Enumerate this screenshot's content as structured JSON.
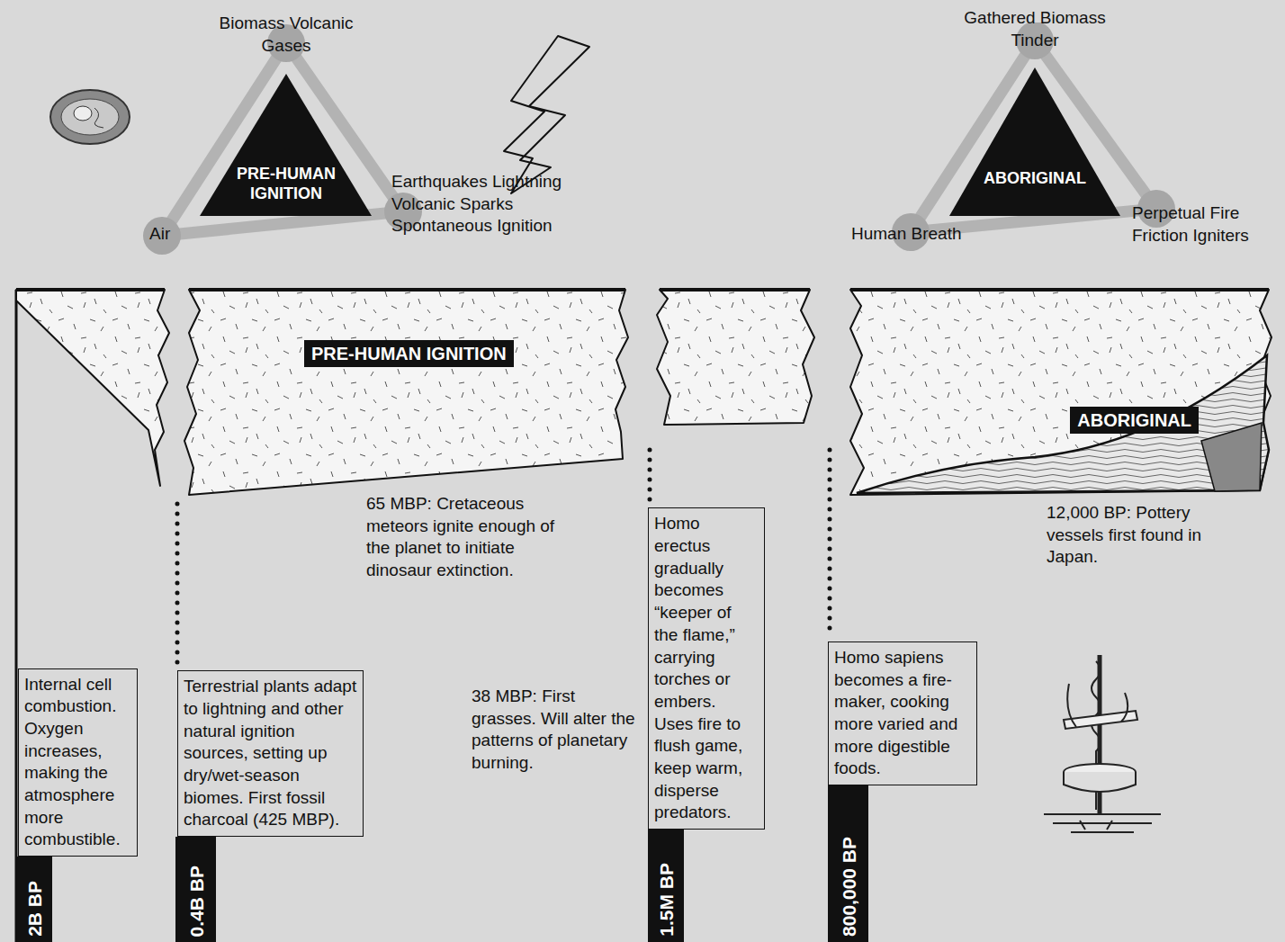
{
  "diagram": {
    "nodes": [
      {
        "text": [
          "PRE-HUMAN IGNITION"
        ]
      },
      {
        "text": [
          "ABORIGINAL"
        ]
      },
      {
        "text": [
          "PRE-HUMAN IGNITION"
        ]
      },
      {
        "text": [
          "ABORIGINAL"
        ]
      },
      {
        "text": [
          "Internal cell combustion. Oxygen increases, making the atmosphere more combustible."
        ]
      },
      {
        "text": [
          "2B BP"
        ]
      },
      {
        "text": [
          "Terrestrial plants adapt to lightning and other natural ignition sources, setting up dry/wet-season biomes. First fossil charcoal (425 MBP)."
        ]
      },
      {
        "text": [
          "0.4B BP"
        ]
      },
      {
        "text": [
          "Homo erectus gradually becomes “keeper of the flame,” carrying torches or embers. Uses fire to flush game, keep warm, disperse predators."
        ]
      },
      {
        "text": [
          "1.5M BP"
        ]
      },
      {
        "text": [
          "Homo sapiens becomes a fire-maker, cooking more varied and more digestible foods."
        ]
      },
      {
        "text": [
          "800,000 BP"
        ]
      }
    ],
    "labels": [
      "Biomass Volcanic Gases",
      "Air",
      "Earthquakes Lightning Volcanic Sparks Spontaneous Ignition",
      "Gathered Biomass Tinder",
      "Human Breath",
      "Perpetual Fire Friction Igniters",
      "65 MBP: Cretaceous meteors ignite enough of the planet to initiate dinosaur extinction.",
      "38 MBP: First grasses. Will alter the patterns of planetary burning.",
      "12,000 BP: Pottery vessels first found in Japan."
    ]
  }
}
